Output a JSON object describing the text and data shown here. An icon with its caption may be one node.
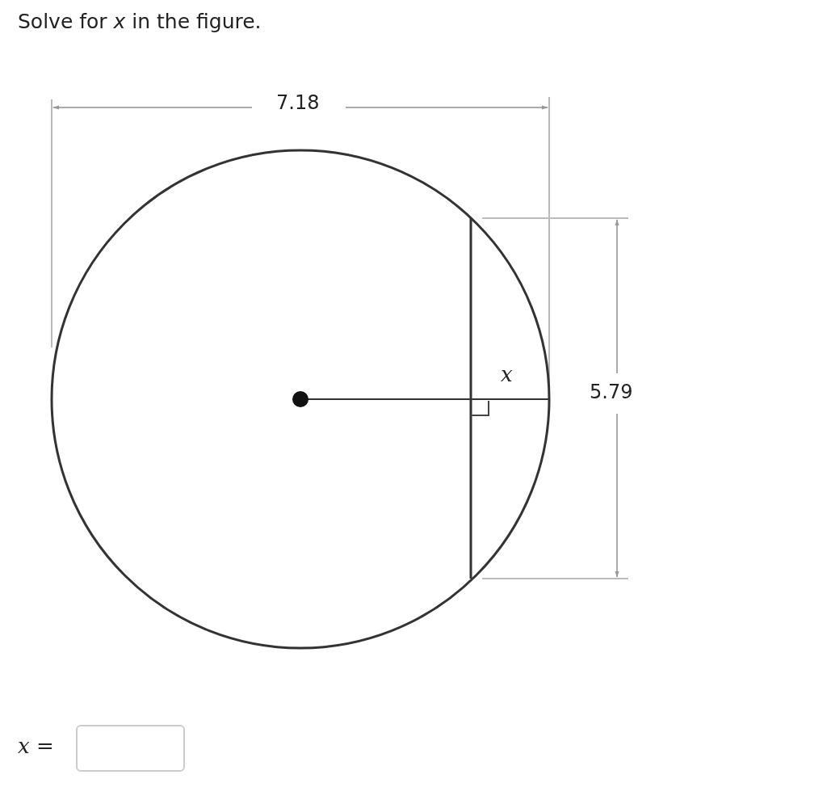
{
  "diagram": {
    "title": "Solve for *x* in the figure.",
    "labels": [
      "7.18",
      "x",
      "5.79",
      "x ="
    ]
  }
}
